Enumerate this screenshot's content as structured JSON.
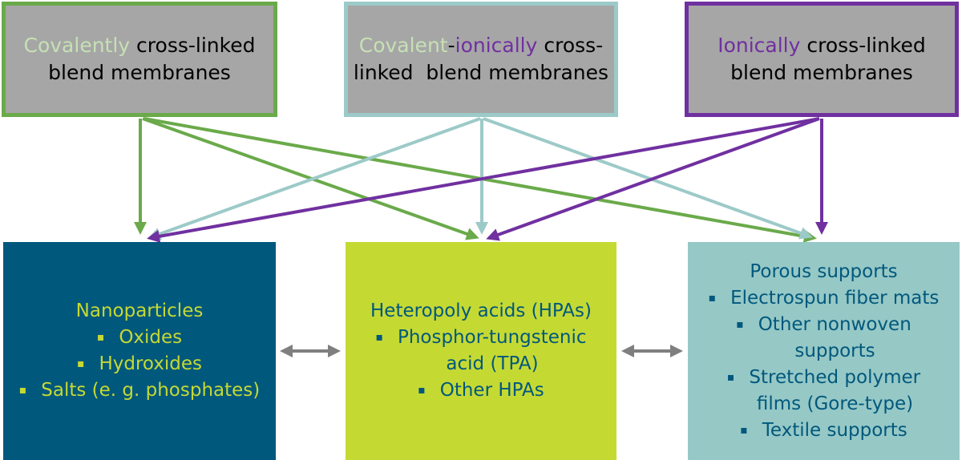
{
  "top_boxes": {
    "covalent": {
      "part1": "Covalently",
      "part2": " cross-linked",
      "line2": "blend membranes"
    },
    "covalent_ionic": {
      "part1": "Covalent",
      "part2": "-",
      "part3": "ionically",
      "part4": " cross-",
      "line2": "linked  blend membranes"
    },
    "ionic": {
      "part1": "Ionically",
      "part2": " cross-linked",
      "line2": "blend membranes"
    }
  },
  "bottom_boxes": {
    "nanoparticles": {
      "title": "Nanoparticles",
      "items": [
        "Oxides",
        "Hydroxides",
        "Salts (e. g. phosphates)"
      ]
    },
    "hpa": {
      "title": "Heteropoly acids (HPAs)",
      "items": [
        "Phosphor-tungstenic",
        "acid (TPA)",
        "Other HPAs"
      ]
    },
    "porous": {
      "title": "Porous supports",
      "items": [
        "Electrospun fiber mats",
        "Other nonwoven",
        "supports",
        "Stretched polymer",
        "films (Gore-type)",
        "Textile supports"
      ]
    }
  },
  "colors": {
    "green": "#6aaa4a",
    "light_teal": "#9ccac8",
    "purple": "#7030a0",
    "gray_box": "#a6a6a6",
    "dark_blue": "#00587c",
    "lime": "#c5d933",
    "teal_box": "#96c8c6",
    "double_arrow": "#7f7f7f"
  },
  "bullet_glyph": "▪"
}
